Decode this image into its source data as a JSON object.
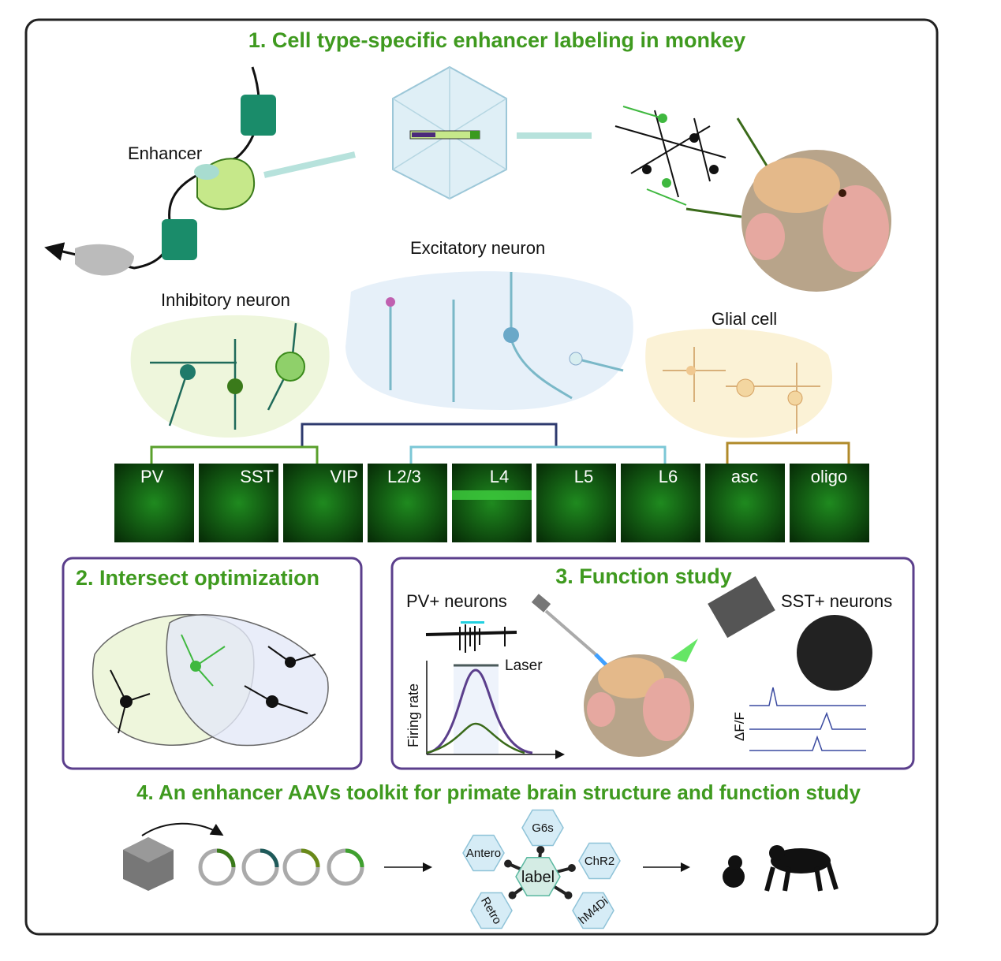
{
  "section1": {
    "title": "1. Cell type-specific enhancer labeling in monkey",
    "enhancer_label": "Enhancer",
    "inhibitory_label": "Inhibitory neuron",
    "excitatory_label": "Excitatory neuron",
    "glial_label": "Glial cell",
    "tiles": [
      "PV",
      "SST",
      "VIP",
      "L2/3",
      "L4",
      "L5",
      "L6",
      "asc",
      "oligo"
    ]
  },
  "section2": {
    "title": "2. Intersect optimization"
  },
  "section3": {
    "title": "3. Function study",
    "pv_label": "PV+ neurons",
    "sst_label": "SST+ neurons",
    "laser_label": "Laser",
    "y_axis_label": "Firing rate",
    "df_label": "ΔF/F"
  },
  "section4": {
    "title": "4. An enhancer AAVs toolkit for primate brain structure and function study",
    "center_hex": "label",
    "hexes": [
      "G6s",
      "Antero",
      "ChR2",
      "Retro",
      "hM4Di"
    ]
  },
  "colors": {
    "title_green": "#3f9a1f",
    "frame_purple": "#5b3f8c",
    "bracket_navy": "#2e3a6e",
    "bracket_green": "#5aa02c",
    "bracket_blue": "#7cc7d6",
    "bracket_gold": "#b08a2a"
  }
}
